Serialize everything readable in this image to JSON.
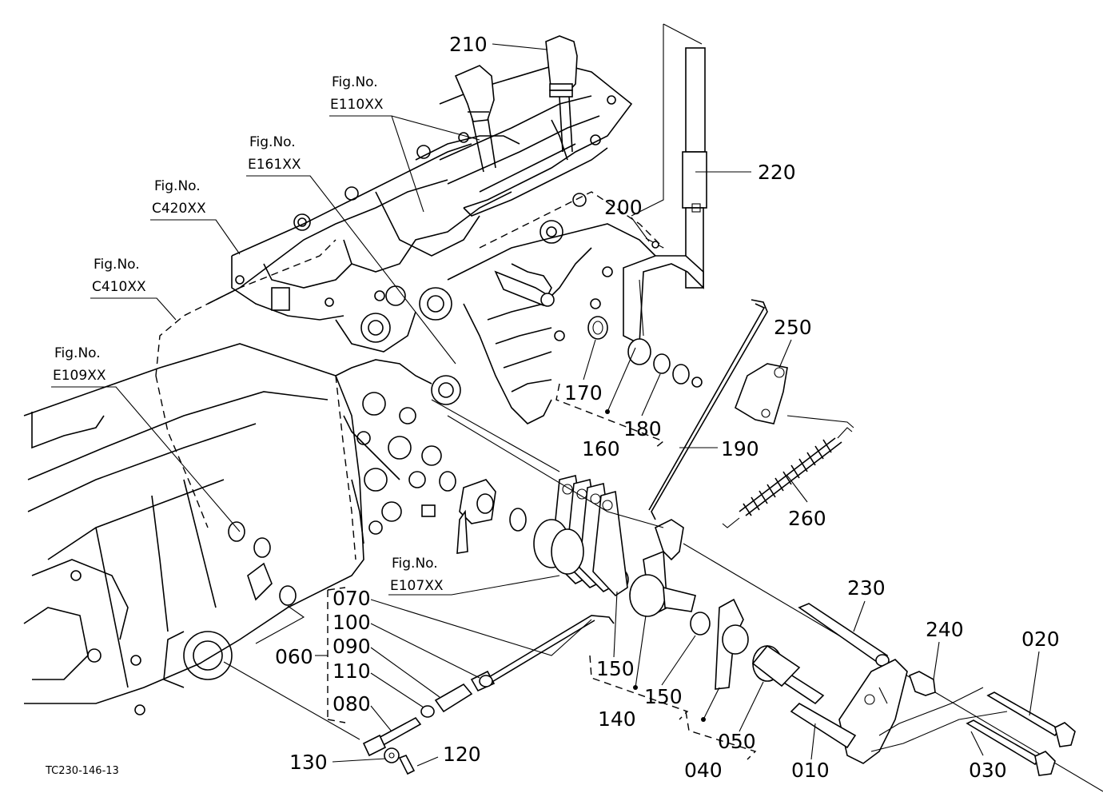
{
  "figure_code": "TC230-146-13",
  "fig_refs": [
    {
      "line1": "Fig.No.",
      "line2": "E110XX"
    },
    {
      "line1": "Fig.No.",
      "line2": "E161XX"
    },
    {
      "line1": "Fig.No.",
      "line2": "C420XX"
    },
    {
      "line1": "Fig.No.",
      "line2": "C410XX"
    },
    {
      "line1": "Fig.No.",
      "line2": "E109XX"
    },
    {
      "line1": "Fig.No.",
      "line2": "E107XX"
    }
  ],
  "part_labels": {
    "p210": "210",
    "p220": "220",
    "p200": "200",
    "p250": "250",
    "p170": "170",
    "p180": "180",
    "p160": "160",
    "p190": "190",
    "p260": "260",
    "p230": "230",
    "p240": "240",
    "p020": "020",
    "p070": "070",
    "p100": "100",
    "p090": "090",
    "p110": "110",
    "p080": "080",
    "p060": "060",
    "p130": "130",
    "p120": "120",
    "p150a": "150",
    "p150b": "150",
    "p140": "140",
    "p040": "040",
    "p050": "050",
    "p010": "010",
    "p030": "030"
  }
}
